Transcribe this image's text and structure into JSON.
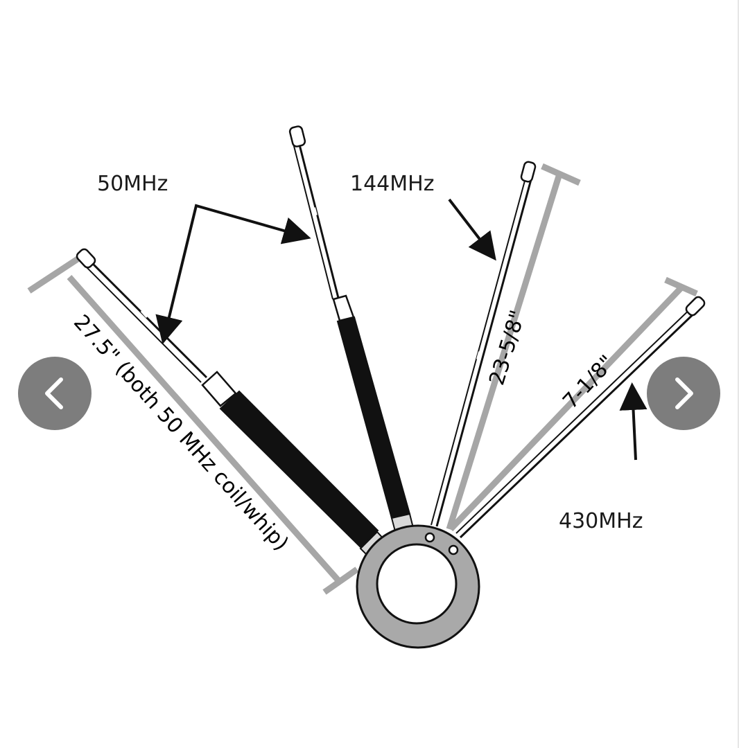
{
  "diagram": {
    "labels": {
      "band_50": "50MHz",
      "band_144": "144MHz",
      "band_430": "430MHz"
    },
    "dimensions": {
      "length_50": "27.5\" (both 50 MHz coil/whip)",
      "length_144": "23-5/8\"",
      "length_430": "7-1/8\""
    }
  },
  "navigation": {
    "prev_icon": "chevron-left-icon",
    "next_icon": "chevron-right-icon"
  },
  "colors": {
    "nav_button": "#7d7d7d",
    "nav_chevron": "#ffffff",
    "dimension_line": "#a6a6a6",
    "ink": "#1a1a1a"
  }
}
